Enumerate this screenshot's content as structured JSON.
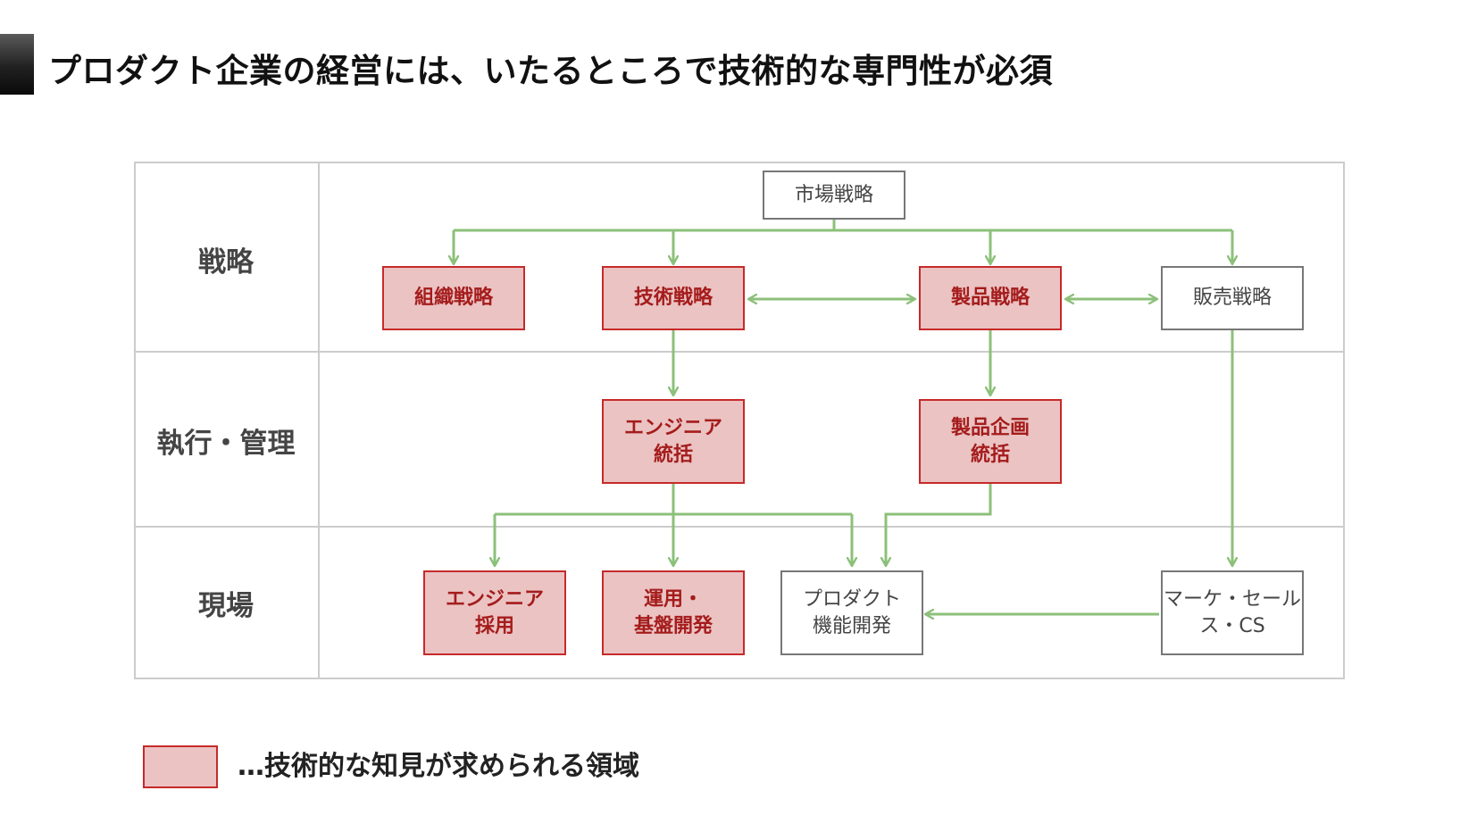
{
  "title": "プロダクト企業の経営には、いたるところで技術的な専門性が必須",
  "rows": {
    "strategy": "戦略",
    "execution": "執行・管理",
    "field": "現場"
  },
  "nodes": {
    "market_strategy": "市場戦略",
    "org_strategy": "組織戦略",
    "tech_strategy": "技術戦略",
    "product_strategy": "製品戦略",
    "sales_strategy": "販売戦略",
    "eng_management": "エンジニア\n統括",
    "product_planning": "製品企画\n統括",
    "eng_hiring": "エンジニア\n採用",
    "ops_infra": "運用・\n基盤開発",
    "feature_dev": "プロダクト\n機能開発",
    "marketing_sales": "マーケ・セール\nス・CS"
  },
  "legend": {
    "text": "…技術的な知見が求められる領域"
  },
  "colors": {
    "technical_fill": "#ebc3c3",
    "technical_border": "#c62a2a",
    "technical_text": "#a51c1c",
    "arrow": "#8cc07a",
    "grid": "#cccccc"
  }
}
